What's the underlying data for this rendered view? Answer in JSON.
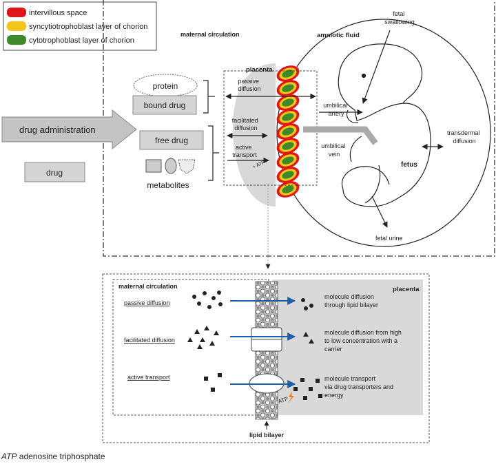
{
  "legend": {
    "items": [
      {
        "label": "intervillous space",
        "color": "#e0161b"
      },
      {
        "label": "syncytiotrophoblast layer of chorion",
        "color": "#f2c519"
      },
      {
        "label": "cytotrophoblast layer of chorion",
        "color": "#3e8a2a"
      }
    ]
  },
  "top": {
    "maternal_circulation": "maternal circulation",
    "placenta": "placenta",
    "amniotic_fluid": "amniotic fluid",
    "fetal_swallowing": [
      "fetal",
      "swallowing"
    ],
    "umbilical_artery": [
      "umbilical",
      "artery"
    ],
    "umbilical_vein": [
      "umbilical",
      "vein"
    ],
    "transdermal_diffusion": [
      "transdermal",
      "diffusion"
    ],
    "fetus": "fetus",
    "fetal_urine": "fetal urine",
    "drug_administration": "drug administration",
    "drug": "drug",
    "protein": "protein",
    "bound_drug": "bound drug",
    "free_drug": "free drug",
    "metabolites": "metabolites",
    "passive_diffusion": [
      "passive",
      "diffusion"
    ],
    "facilitated_diffusion": [
      "facilitated",
      "diffusion"
    ],
    "active_transport": [
      "active",
      "transport"
    ],
    "atp_small": "+ ATP"
  },
  "bottom": {
    "maternal_circulation": "maternal circulation",
    "placenta": "placenta",
    "lipid_bilayer": "lipid bilayer",
    "rows": [
      {
        "label": "passive diffusion",
        "description": [
          "molecule diffusion",
          "through lipid bilayer"
        ]
      },
      {
        "label": "facilitated diffusion",
        "description": [
          "molecule diffusion from high",
          "to low concentration with a",
          "carrier"
        ]
      },
      {
        "label": "active transport",
        "description": [
          "molecule transport",
          "via drug transporters and",
          "energy"
        ]
      }
    ],
    "atp": "ATP"
  },
  "caption": {
    "abbr": "ATP",
    "text": " adenosine triphosphate"
  }
}
